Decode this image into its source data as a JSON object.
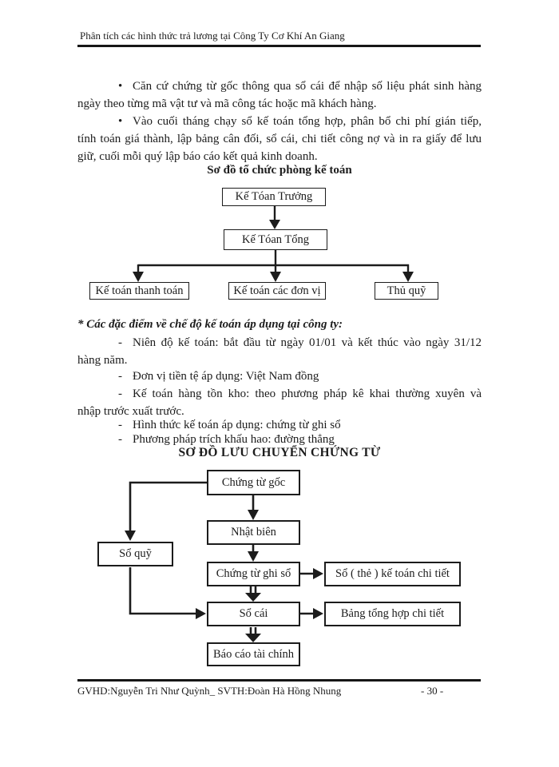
{
  "colors": {
    "ink": "#1c1c1c",
    "paper": "#ffffff"
  },
  "header": {
    "title": "Phân tích các hình thức trả lương tại Công Ty Cơ Khí An Giang"
  },
  "intro": {
    "lines": [
      {
        "marker": "•",
        "text": "Căn cứ chứng từ gốc thông qua sổ cái để nhập số liệu phát sinh hàng"
      },
      {
        "text": "ngày theo từng mã vật tư và mã công tác hoặc mã khách hàng."
      },
      {
        "marker": "•",
        "text": "Vào cuối tháng chạy sổ kế toán tổng hợp, phân bổ chi phí gián tiếp,"
      },
      {
        "text": "tính toán giá thành, lập bảng cân đối, sổ cái, chi tiết công nợ và in ra giấy để lưu"
      },
      {
        "text": "giữ, cuối mỗi quý lập báo cáo kết quả kinh doanh."
      }
    ]
  },
  "org_chart": {
    "title": "Sơ đồ tổ chức phòng kế toán",
    "nodes": {
      "chief": "Kế Tóan Trưởng",
      "general": "Kế Tóan Tổng",
      "payment": "Kế toán thanh toán",
      "units": "Kế toán các đơn vị",
      "treasurer": "Thủ quỹ"
    }
  },
  "policies": {
    "heading": "* Các đặc điểm về chế độ kế toán áp dụng tại công ty:",
    "lines": [
      {
        "marker": "-",
        "text": "Niên độ kế toán: bắt đầu từ ngày 01/01 và kết thúc vào ngày 31/12"
      },
      {
        "text": "hàng năm."
      },
      {
        "marker": "-",
        "text": "Đơn vị tiền tệ áp dụng: Việt Nam đồng"
      },
      {
        "marker": "-",
        "text": "Kế toán hàng tồn kho: theo phương pháp kê khai thường xuyên và"
      },
      {
        "text": "nhập trước xuất trước."
      },
      {
        "marker": "-",
        "text": "Hình thức kế toán áp dụng: chứng từ ghi sổ"
      },
      {
        "marker": "-",
        "text": "Phương pháp trích khấu hao: đường thẳng"
      }
    ]
  },
  "flow_chart": {
    "title": "SƠ ĐỒ LƯU CHUYỂN CHỨNG TỪ",
    "nodes": {
      "source_document": "Chứng từ gốc",
      "journal": "Nhật biên",
      "cash_book": "Sổ quỹ",
      "recording_voucher": "Chứng từ ghi sổ",
      "subsidiary_ledger": "Sổ ( thẻ ) kế toán chi tiết",
      "general_ledger": "Sổ cái",
      "detail_summary": "Bảng tổng hợp chi tiết",
      "financial_statements": "Báo cáo tài chính"
    }
  },
  "footer": {
    "left": "GVHD:Nguyễn Tri Như Quỳnh_ SVTH:Đoàn Hà Hồng Nhung",
    "page_number": "- 30 -"
  }
}
